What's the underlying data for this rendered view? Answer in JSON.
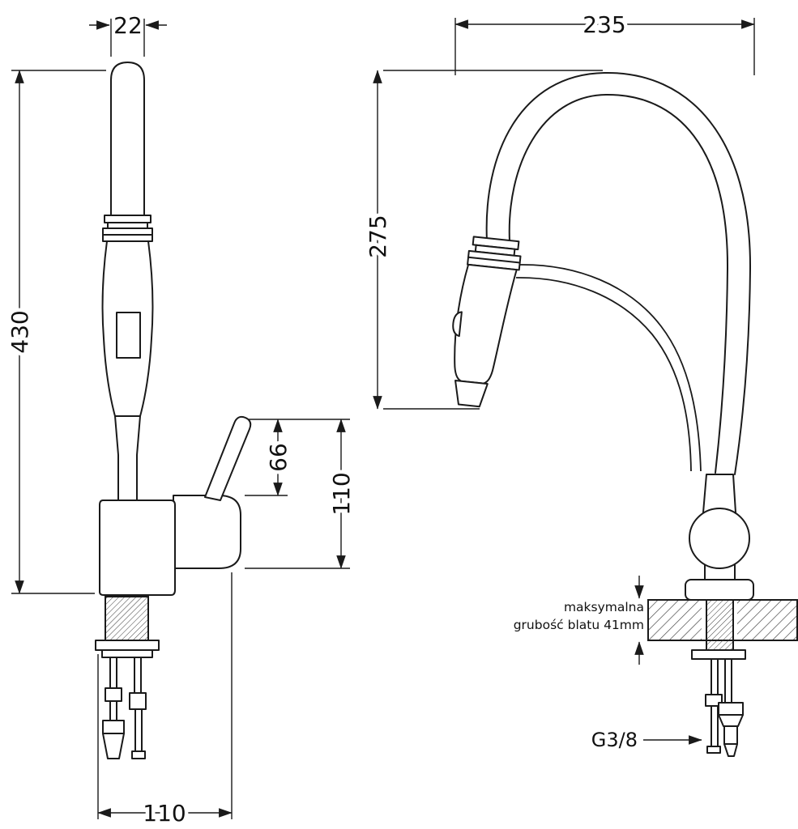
{
  "page": {
    "background": "#ffffff",
    "line_color": "#1a1a1a"
  },
  "diagram": {
    "kind": "kitchen faucet technical dimension drawing (two views)",
    "side_view": {
      "spout_width": "22",
      "total_height": "430",
      "lever_to_housing_top": "66",
      "lever_to_housing_bottom": "110",
      "base_width": "110"
    },
    "front_view": {
      "overall_width": "235",
      "spout_height": "275",
      "countertop_note_line1": "maksymalna",
      "countertop_note_line2": "grubość blatu 41mm",
      "thread_size": "G3/8"
    }
  }
}
